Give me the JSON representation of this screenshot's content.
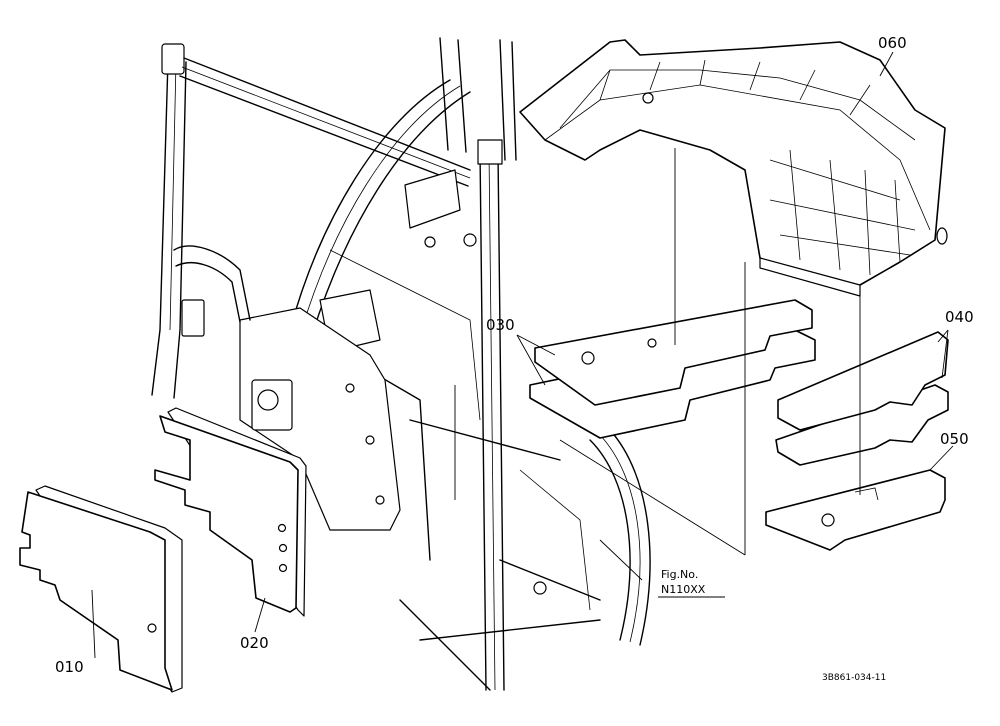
{
  "callouts": {
    "p010": "010",
    "p020": "020",
    "p030": "030",
    "p040": "040",
    "p050": "050",
    "p060": "060"
  },
  "figure_ref": {
    "label": "Fig.No.",
    "number": "N110XX"
  },
  "drawing_code": "3B861-034-11"
}
